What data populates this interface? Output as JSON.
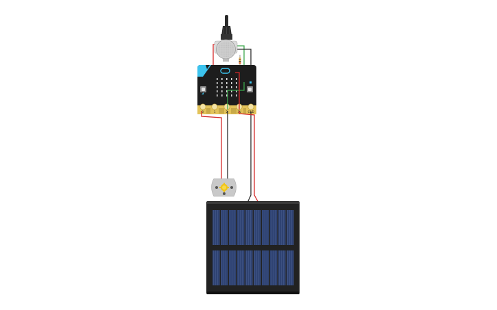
{
  "diagram": {
    "type": "circuit",
    "components": [
      {
        "id": "sensor",
        "name": "Gas Sensor",
        "cable": "black plug"
      },
      {
        "id": "microbit",
        "name": "micro:bit",
        "pins": [
          "0",
          "1",
          "2",
          "3V",
          "GND"
        ]
      },
      {
        "id": "motor",
        "name": "DC Motor"
      },
      {
        "id": "solar",
        "name": "Solar Panel",
        "cells_per_row": 10,
        "rows": 2
      }
    ],
    "wires": [
      {
        "from": "sensor",
        "to": "microbit",
        "color": "red"
      },
      {
        "from": "sensor",
        "to": "microbit",
        "color": "green"
      },
      {
        "from": "sensor",
        "to": "microbit",
        "color": "black"
      },
      {
        "from": "microbit.0",
        "to": "motor",
        "color": "red"
      },
      {
        "from": "microbit.GND",
        "to": "motor",
        "color": "black"
      },
      {
        "from": "microbit.3V",
        "to": "solar",
        "color": "red"
      },
      {
        "from": "microbit.GND",
        "to": "solar",
        "color": "black"
      }
    ],
    "pin_labels": {
      "p0": "0",
      "p1": "1",
      "p2": "2",
      "p3v": "3V",
      "gnd": "GND"
    },
    "colors": {
      "wire_red": "#d42a2a",
      "wire_green": "#3aa64a",
      "wire_black": "#2b2b2b",
      "board": "#1d1d1d",
      "board_accent": "#3cc3ee",
      "gold": "#e3c35a",
      "solar_cell": "#2c3f6b",
      "solar_frame": "#222222",
      "motor_body": "#c9c9c9",
      "motor_gear": "#f0c419"
    }
  }
}
